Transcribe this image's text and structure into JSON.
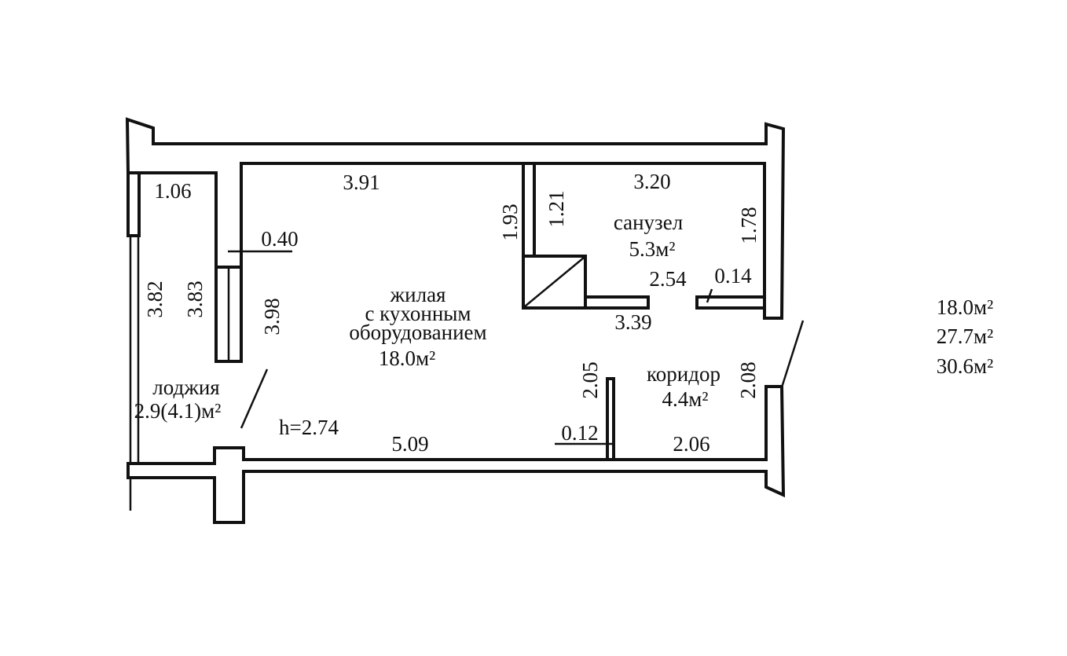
{
  "rooms": {
    "living": {
      "line1": "жилая",
      "line2": "с кухонным",
      "line3": "оборудованием",
      "area": "18.0м²"
    },
    "bathroom": {
      "name": "санузел",
      "area": "5.3м²"
    },
    "corridor": {
      "name": "коридор",
      "area": "4.4м²"
    },
    "loggia": {
      "name": "лоджия",
      "area": "2.9(4.1)м²"
    }
  },
  "ceiling_height": "h=2.74",
  "dimensions": {
    "d_391": "3.91",
    "d_320": "3.20",
    "d_106": "1.06",
    "d_040": "0.40",
    "d_382": "3.82",
    "d_383": "3.83",
    "d_398": "3.98",
    "d_193": "1.93",
    "d_121": "1.21",
    "d_178": "1.78",
    "d_254": "2.54",
    "d_014": "0.14",
    "d_339": "3.39",
    "d_205": "2.05",
    "d_208": "2.08",
    "d_012": "0.12",
    "d_206": "2.06",
    "d_509": "5.09"
  },
  "summary": {
    "living_area": "18.0м²",
    "total_area": "27.7м²",
    "total_with_loggia": "30.6м²"
  }
}
